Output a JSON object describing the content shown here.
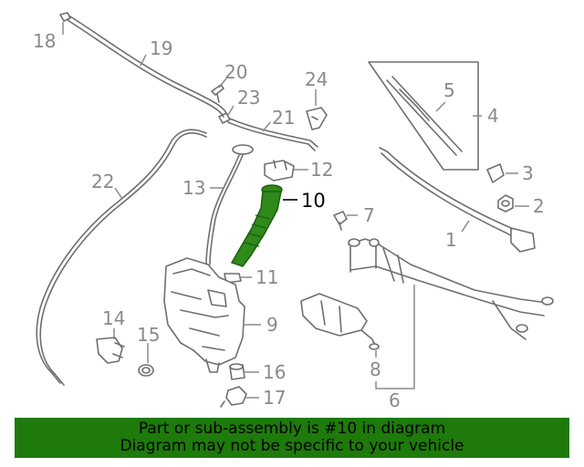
{
  "diagram": {
    "highlight_color": "#2f8a1a",
    "highlighted_part": "10",
    "callouts": {
      "c1": "1",
      "c2": "2",
      "c3": "3",
      "c4": "4",
      "c5": "5",
      "c6": "6",
      "c7": "7",
      "c8": "8",
      "c9": "9",
      "c10": "10",
      "c11": "11",
      "c12": "12",
      "c13": "13",
      "c14": "14",
      "c15": "15",
      "c16": "16",
      "c17": "17",
      "c18": "18",
      "c19": "19",
      "c20": "20",
      "c21": "21",
      "c22": "22",
      "c23": "23",
      "c24": "24"
    }
  },
  "banner": {
    "line1": "Part or sub-assembly is #10 in diagram",
    "line2": "Diagram may not be specific to your vehicle",
    "background": "#1e7a0b"
  }
}
